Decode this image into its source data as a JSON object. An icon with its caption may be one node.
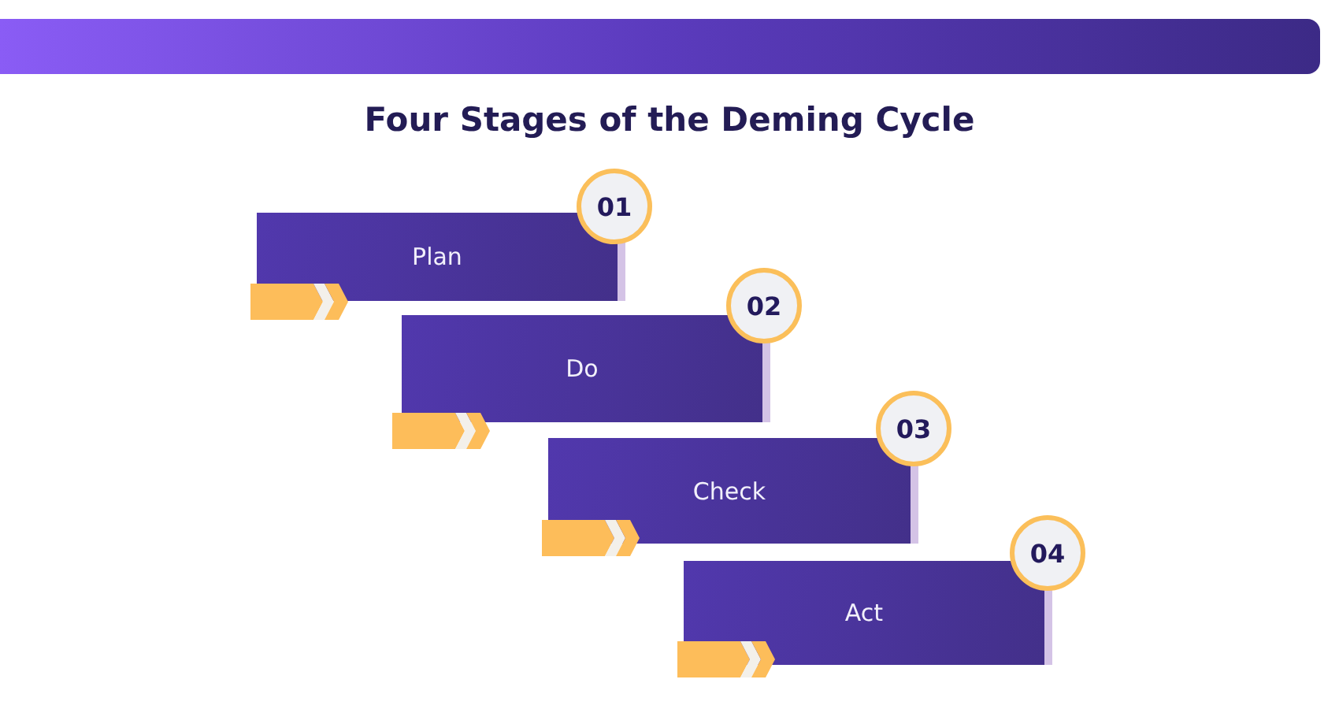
{
  "diagram": {
    "title": "Four Stages of the Deming Cycle",
    "nodes": [
      {
        "text": [
          "01"
        ]
      },
      {
        "text": [
          "Plan"
        ]
      },
      {
        "text": [
          "02"
        ]
      },
      {
        "text": [
          "Do"
        ]
      },
      {
        "text": [
          "03"
        ]
      },
      {
        "text": [
          "Check"
        ]
      },
      {
        "text": [
          "04"
        ]
      },
      {
        "text": [
          "Act"
        ]
      }
    ]
  }
}
